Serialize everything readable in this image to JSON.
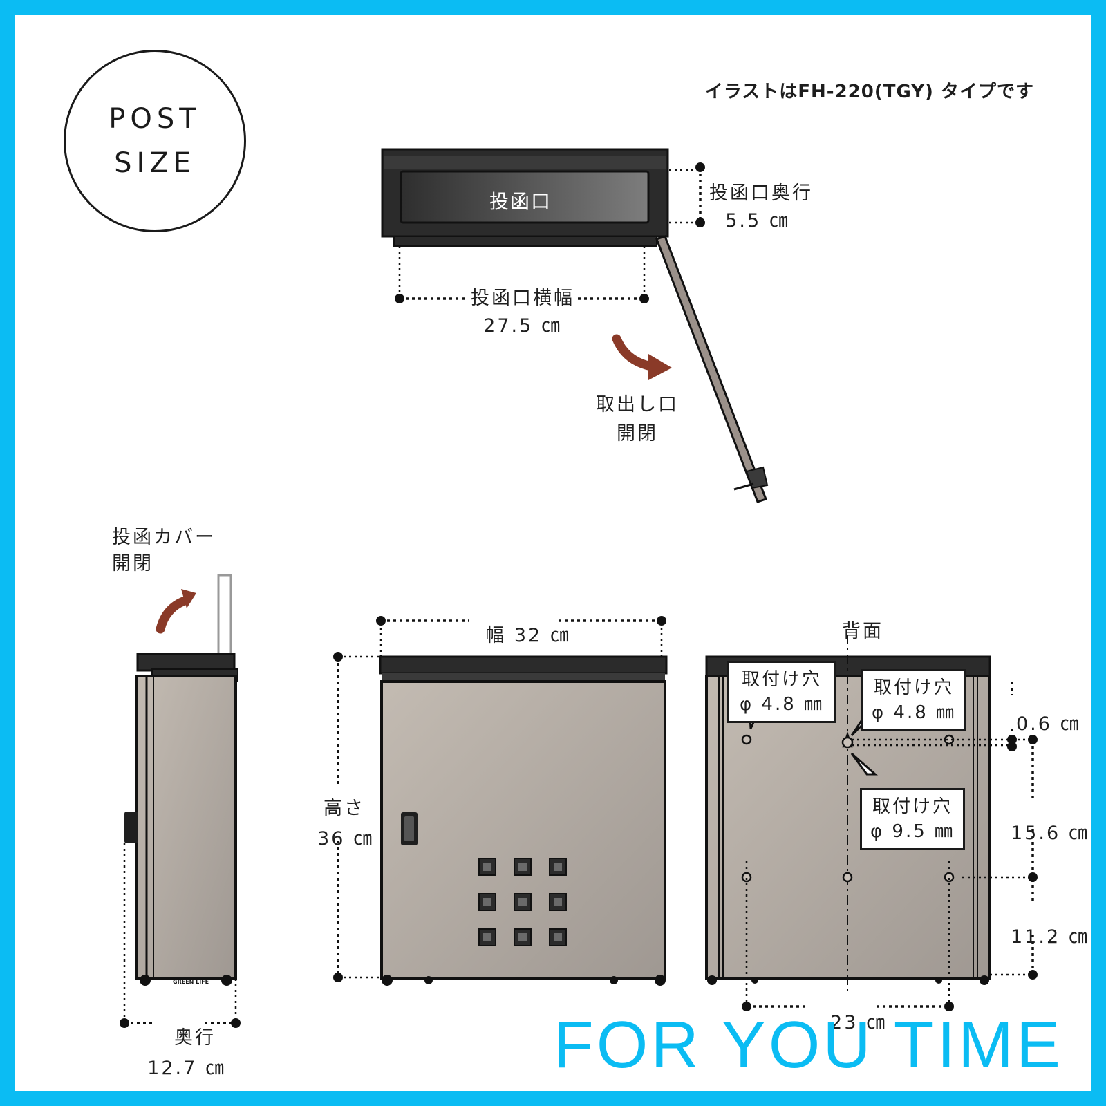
{
  "badge": {
    "line1": "POST",
    "line2": "SIZE"
  },
  "note": "イラストはFH-220(TGY) タイプです",
  "top_view": {
    "slot_label": "投函口",
    "depth_label": "投函口奥行",
    "depth_value": "5.5 ㎝",
    "width_label": "投函口横幅",
    "width_value": "27.5 ㎝",
    "door_label_1": "取出し口",
    "door_label_2": "開閉"
  },
  "side_view": {
    "cover_label_1": "投函カバー",
    "cover_label_2": "開閉",
    "depth_label": "奥行",
    "depth_value": "12.7 ㎝",
    "brand_mark": "GREEN LIFE"
  },
  "front_view": {
    "width_label": "幅 32 ㎝",
    "height_label": "高さ",
    "height_value": "36 ㎝"
  },
  "back_view": {
    "title": "背面",
    "hole_a_1": "取付け穴",
    "hole_a_2": "φ 4.8 ㎜",
    "hole_b_1": "取付け穴",
    "hole_b_2": "φ 4.8 ㎜",
    "hole_c_1": "取付け穴",
    "hole_c_2": "φ 9.5 ㎜",
    "dim_top": "0.6 ㎝",
    "dim_mid": "15.6 ㎝",
    "dim_low": "11.2 ㎝",
    "dim_width": "23 ㎝"
  },
  "brand": "FOR YOU TIME",
  "colors": {
    "frame": "#0bbcf3",
    "body": "#b4aca4",
    "lid": "#2a2a2a",
    "arrow": "#8a3a28",
    "brand": "#0bbcf3"
  }
}
